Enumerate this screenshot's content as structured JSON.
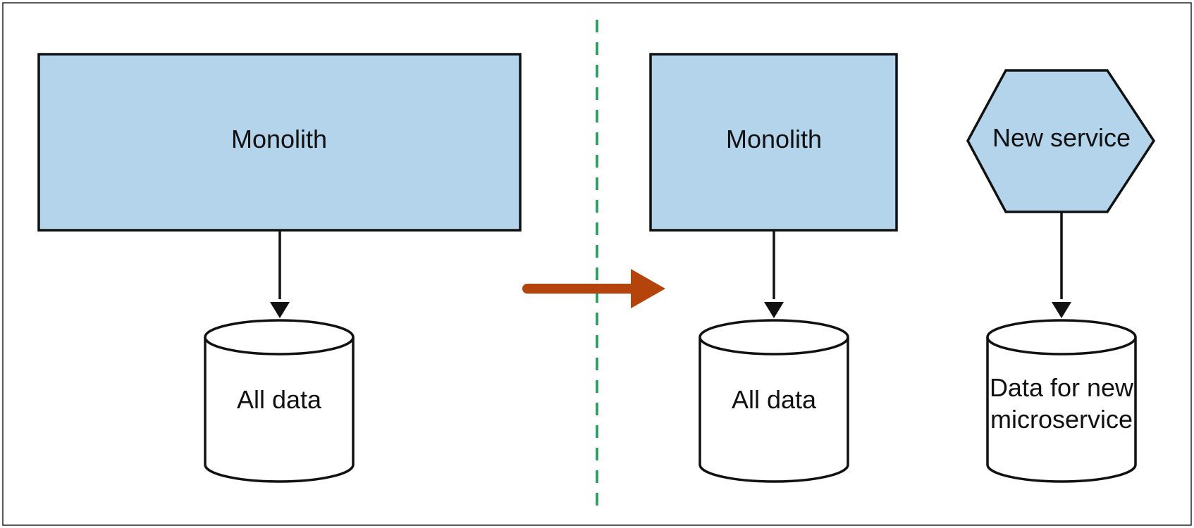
{
  "colors": {
    "box_fill": "#b3d4ea",
    "stroke": "#111111",
    "divider": "#1b9e55",
    "transition_arrow": "#b5440c"
  },
  "before": {
    "monolith_label": "Monolith",
    "database_label": "All data"
  },
  "after": {
    "monolith_label": "Monolith",
    "monolith_database_label": "All data",
    "service_label": "New service",
    "service_database_label_line1": "Data for new",
    "service_database_label_line2": "microservice"
  },
  "icons": {
    "transition": "arrow-right-icon"
  }
}
